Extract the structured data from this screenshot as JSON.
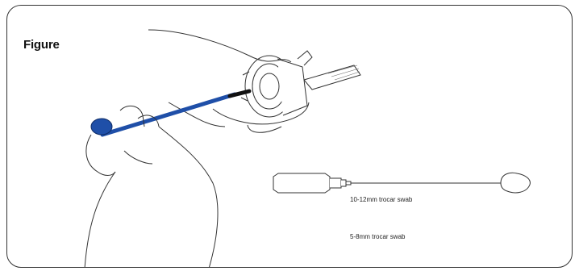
{
  "figure": {
    "title": "Figure"
  },
  "swabs": [
    {
      "label": "10-12mm trocar swab"
    },
    {
      "label": "5-8mm trocar swab"
    }
  ],
  "colors": {
    "swab_accent": "#1f4fa8",
    "outline": "#333333"
  }
}
